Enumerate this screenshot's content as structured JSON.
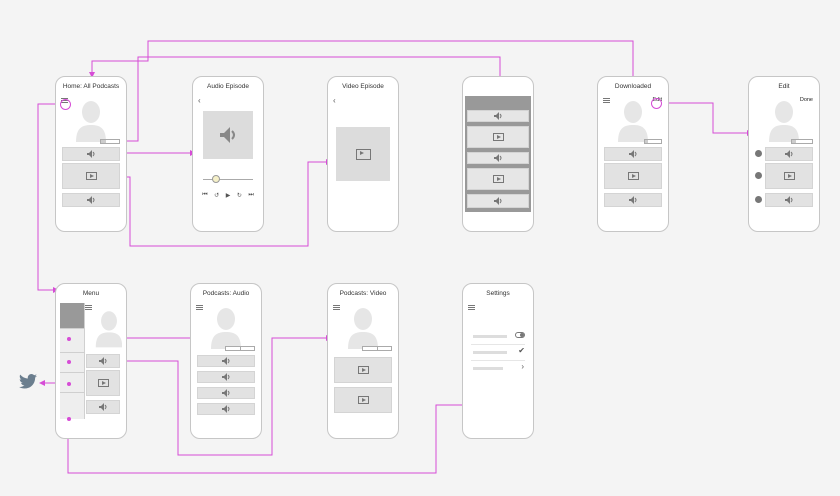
{
  "screens": {
    "home_all_podcasts": {
      "title": "Home: All Podcasts"
    },
    "audio_episode": {
      "title": "Audio Episode"
    },
    "video_episode": {
      "title": "Video Episode"
    },
    "downloaded": {
      "title": "Downloaded",
      "edit_label": "Edit"
    },
    "edit": {
      "title": "Edit",
      "done_label": "Done"
    },
    "menu": {
      "title": "Menu"
    },
    "podcasts_audio": {
      "title": "Podcasts: Audio"
    },
    "podcasts_video": {
      "title": "Podcasts: Video"
    },
    "settings": {
      "title": "Settings"
    }
  },
  "audio_player": {
    "progress_fraction": 0.25
  },
  "colors": {
    "connector": "#d64cd6",
    "background": "#f4f4f4",
    "placeholder": "#e2e2e2"
  },
  "icons": [
    "hamburger-icon",
    "back-chevron-icon",
    "speaker-icon",
    "video-play-icon",
    "skip-back-icon",
    "rewind-icon",
    "play-icon",
    "forward-icon",
    "skip-forward-icon",
    "toggle-icon",
    "checkmark-icon",
    "chevron-right-icon",
    "twitter-bird-icon"
  ]
}
